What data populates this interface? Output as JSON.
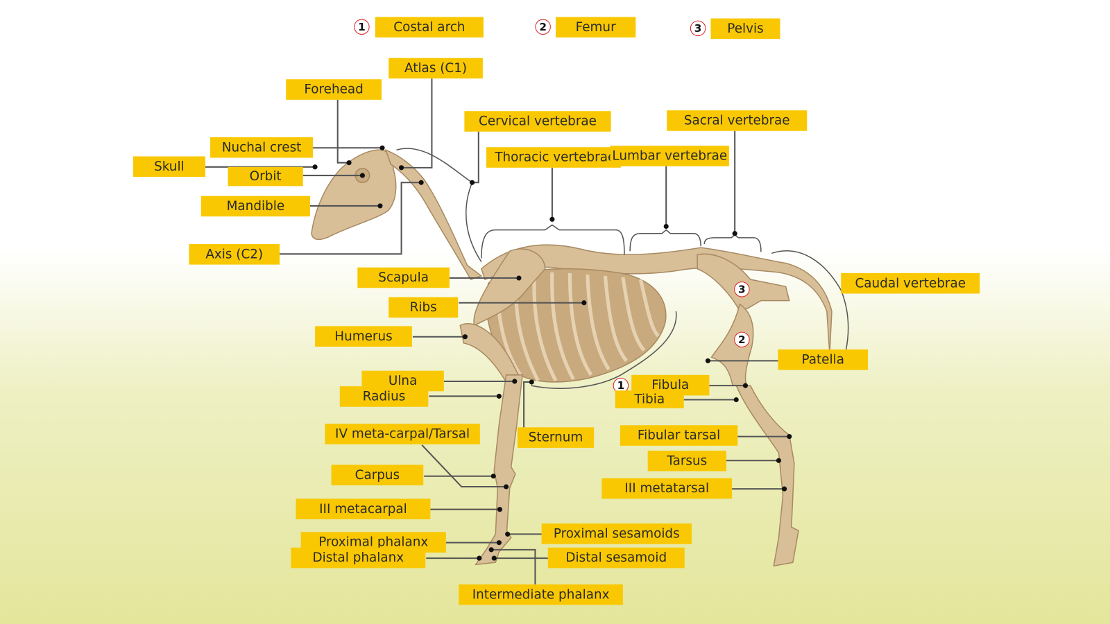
{
  "colors": {
    "label_bg": "#f9c802",
    "bone": "#d8bf98",
    "leader": "#555555",
    "background_bottom": "#e4e69c"
  },
  "legend": [
    {
      "number": "1",
      "label": "Costal arch"
    },
    {
      "number": "2",
      "label": "Femur"
    },
    {
      "number": "3",
      "label": "Pelvis"
    }
  ],
  "labels": {
    "atlas": "Atlas (C1)",
    "forehead": "Forehead",
    "cervical": "Cervical vertebrae",
    "sacral": "Sacral vertebrae",
    "nuchal": "Nuchal crest",
    "skull": "Skull",
    "orbit": "Orbit",
    "thoracic": "Thoracic vertebrae",
    "lumbar": "Lumbar vertebrae",
    "mandible": "Mandible",
    "axis": "Axis (C2)",
    "scapula": "Scapula",
    "caudal": "Caudal vertebrae",
    "ribs": "Ribs",
    "humerus": "Humerus",
    "patella": "Patella",
    "ulna": "Ulna",
    "radius": "Radius",
    "fibula": "Fibula",
    "tibia": "Tibia",
    "iv_meta": "IV meta-carpal/Tarsal",
    "sternum": "Sternum",
    "fibular_tarsal": "Fibular tarsal",
    "tarsus": "Tarsus",
    "carpus": "Carpus",
    "iii_metatarsal": "III metatarsal",
    "iii_metacarpal": "III metacarpal",
    "proximal_sesamoids": "Proximal sesamoids",
    "proximal_phalanx": "Proximal phalanx",
    "distal_phalanx": "Distal phalanx",
    "distal_sesamoid": "Distal sesamoid",
    "intermediate_phalanx": "Intermediate phalanx"
  },
  "markers": {
    "costal_arch": "1",
    "femur": "2",
    "pelvis": "3"
  }
}
